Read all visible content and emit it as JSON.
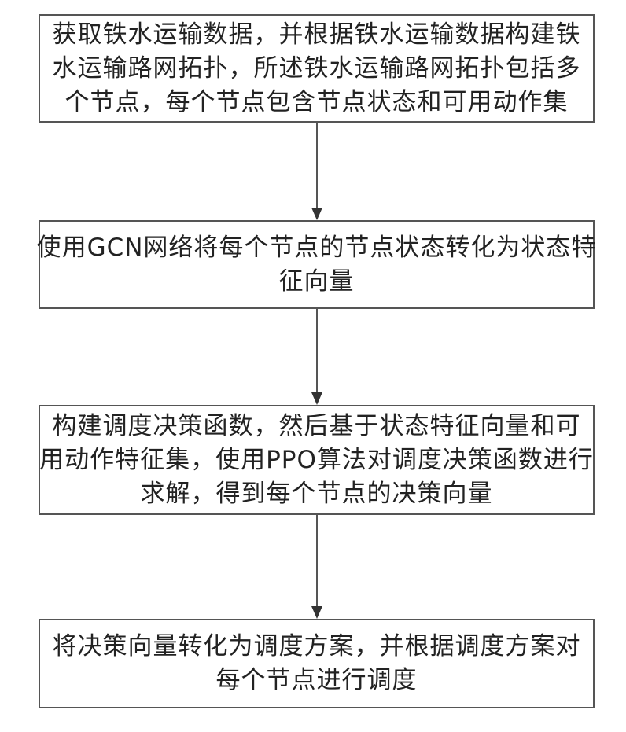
{
  "steps": [
    {
      "lines": [
        "获取铁水运输数据，并根据铁水运输数据构建铁",
        "水运输路网拓扑，所述铁水运输路网拓扑包括多",
        "个节点，每个节点包含节点状态和可用动作集"
      ]
    },
    {
      "lines": [
        "使用GCN网络将每个节点的节点状态转化为状态特",
        "征向量"
      ]
    },
    {
      "lines": [
        "构建调度决策函数，然后基于状态特征向量和可",
        "用动作特征集，使用PPO算法对调度决策函数进行",
        "求解，得到每个节点的决策向量"
      ]
    },
    {
      "lines": [
        "将决策向量转化为调度方案，并根据调度方案对",
        "每个节点进行调度"
      ]
    }
  ]
}
